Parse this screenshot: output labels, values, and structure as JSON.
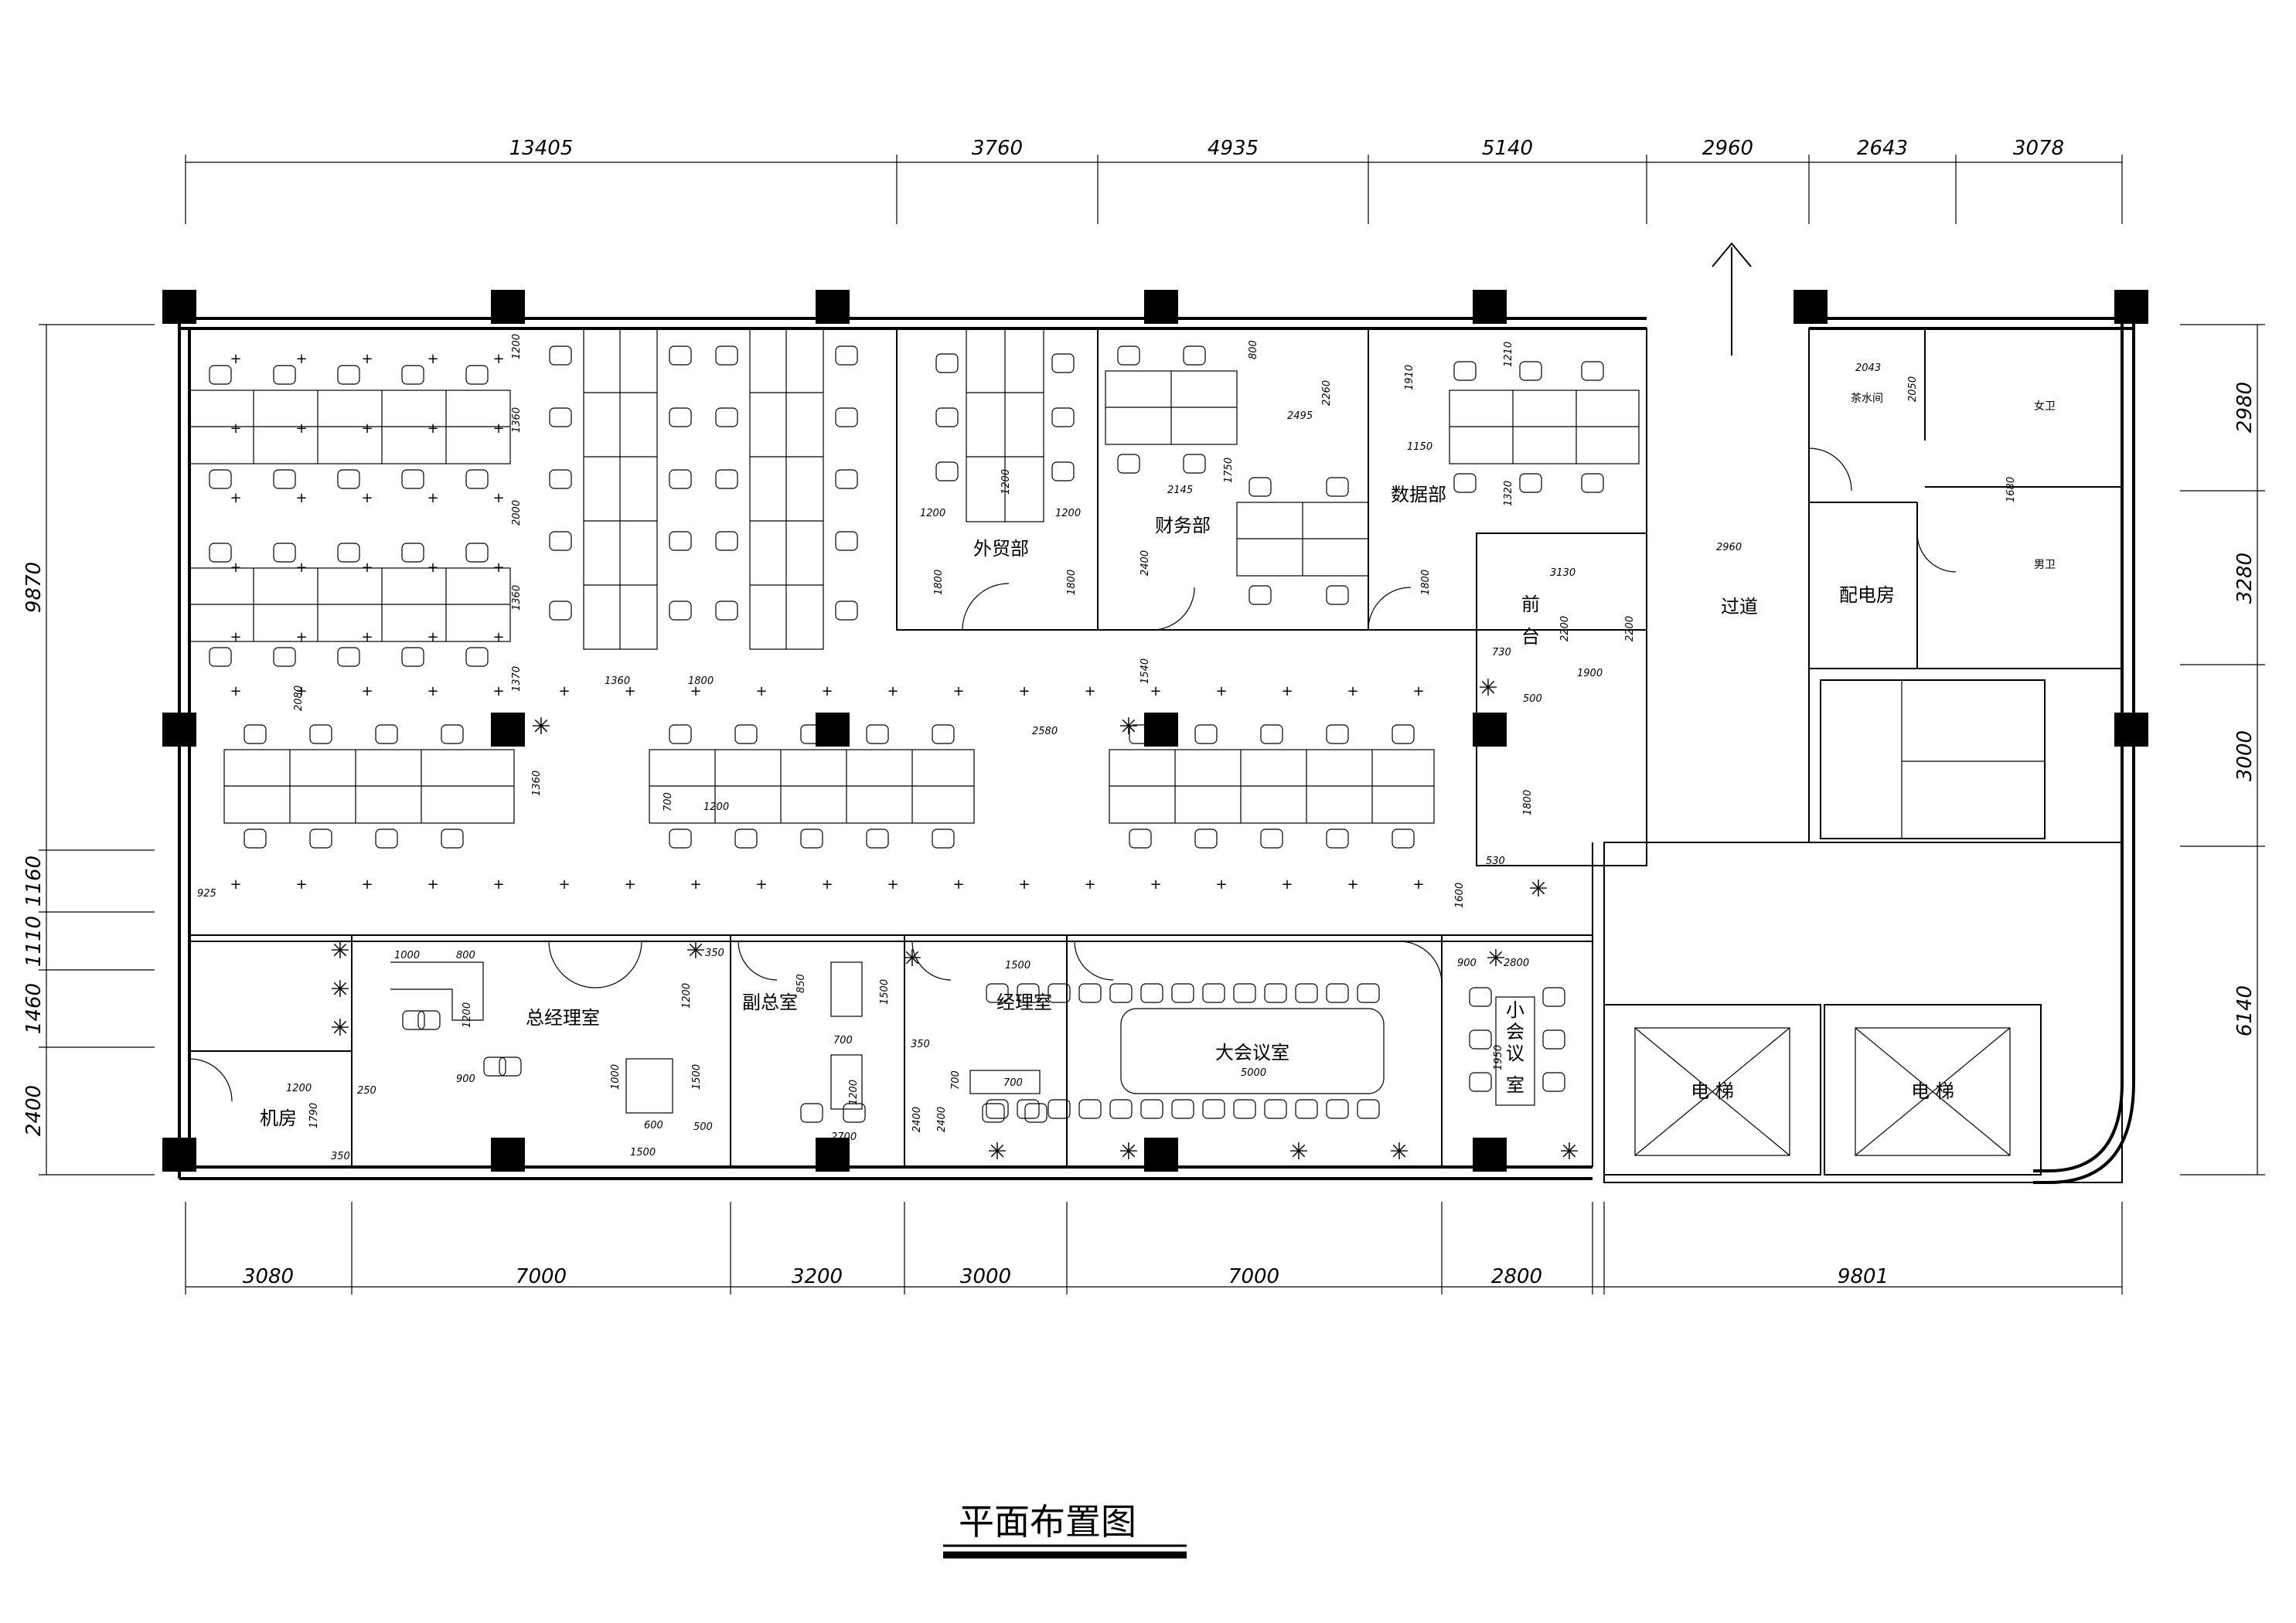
{
  "title": "平面布置图",
  "dimensions": {
    "top": [
      "13405",
      "3760",
      "4935",
      "5140",
      "2960",
      "2643",
      "3078"
    ],
    "bottom": [
      "3080",
      "7000",
      "3200",
      "3000",
      "7000",
      "2800",
      "9801"
    ],
    "left": [
      "9870",
      "1160",
      "1110",
      "1460",
      "2400"
    ],
    "right": [
      "2980",
      "3280",
      "3000",
      "6140"
    ]
  },
  "rooms": {
    "foreign_trade": "外贸部",
    "finance": "财务部",
    "data": "数据部",
    "reception_1": "前",
    "reception_2": "台",
    "corridor": "过道",
    "power_room": "配电房",
    "tea_room": "茶水间",
    "womens_wc": "女卫",
    "mens_wc": "男卫",
    "gm_office": "总经理室",
    "deputy_office": "副总室",
    "manager_office": "经理室",
    "large_meeting": "大会议室",
    "small_meeting_1": "小",
    "small_meeting_2": "会",
    "small_meeting_3": "议",
    "small_meeting_4": "室",
    "server_room": "机房",
    "elevator_1": "电 梯",
    "elevator_2": "电 梯"
  },
  "annotations": [
    "1200",
    "1360",
    "2000",
    "1360",
    "1370",
    "2080",
    "1360",
    "1800",
    "1200",
    "1200",
    "1200",
    "1800",
    "1800",
    "800",
    "2260",
    "2495",
    "1750",
    "2145",
    "2400",
    "1540",
    "1910",
    "1150",
    "1210",
    "1320",
    "1800",
    "2960",
    "3130",
    "2200",
    "2200",
    "730",
    "500",
    "1900",
    "1360",
    "700",
    "1200",
    "2580",
    "1800",
    "530",
    "1600",
    "925",
    "1000",
    "800",
    "1200",
    "1200",
    "900",
    "1000",
    "600",
    "1500",
    "1500",
    "500",
    "350",
    "850",
    "1500",
    "700",
    "1200",
    "350",
    "700",
    "2400",
    "2400",
    "1500",
    "700",
    "2700",
    "5000",
    "900",
    "2800",
    "1950",
    "1200",
    "1790",
    "350",
    "250",
    "2043",
    "2050",
    "1680"
  ]
}
